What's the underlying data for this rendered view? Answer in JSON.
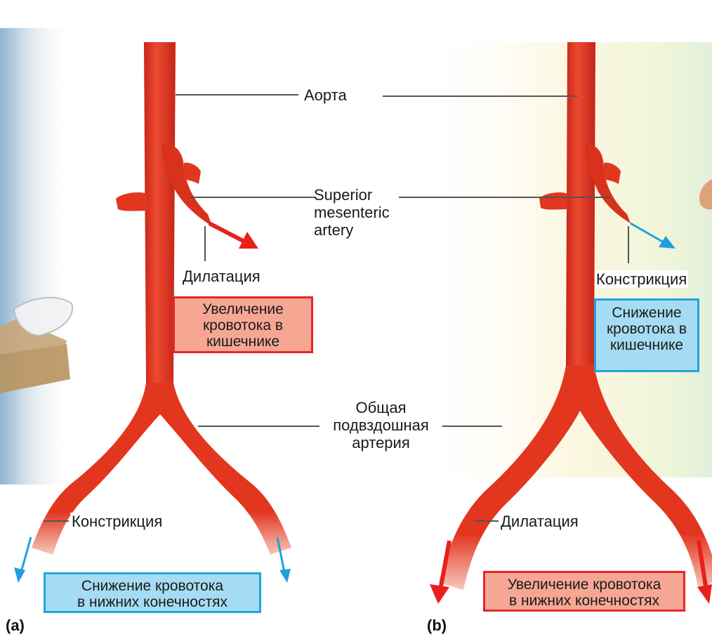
{
  "labels": {
    "aorta": "Аорта",
    "sma": [
      "Superior",
      "mesenteric",
      "artery"
    ],
    "common_iliac": [
      "Общая",
      "подвздошная",
      "артерия"
    ]
  },
  "panel_a": {
    "letter": "(a)",
    "sma_state": "Дилатация",
    "gut_box": [
      "Увеличение",
      "кровотока в",
      "кишечнике"
    ],
    "leg_state": "Констрикция",
    "leg_box": [
      "Снижение кровотока",
      "в нижних конечностях"
    ]
  },
  "panel_b": {
    "letter": "(b)",
    "sma_state": "Констрикция",
    "gut_box": [
      "Снижение",
      "кровотока в",
      "кишечнике"
    ],
    "leg_state": "Дилатация",
    "leg_box": [
      "Увеличение кровотока",
      "в нижних конечностях"
    ]
  },
  "colors": {
    "artery": "#e2361f",
    "increase_fill": "#f6a794",
    "increase_border": "#e8262a",
    "decrease_fill": "#a6dcf3",
    "decrease_border": "#21a4de",
    "increase_arrow": "#e8201c",
    "decrease_arrow": "#1fa0dc"
  }
}
